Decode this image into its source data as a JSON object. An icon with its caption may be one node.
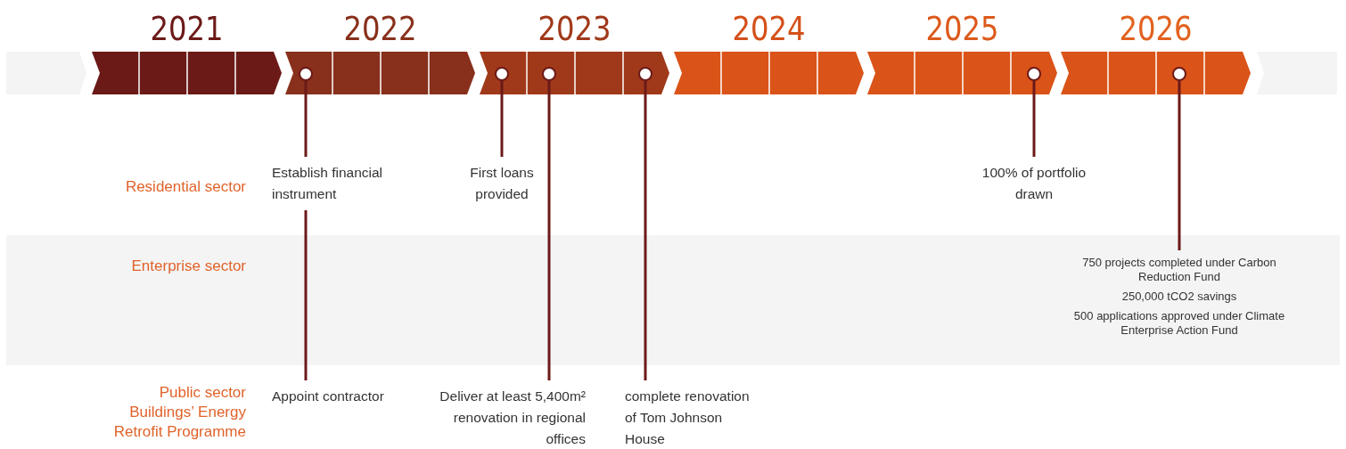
{
  "diagram": {
    "nodes": [
      {
        "text": [
          "2021"
        ]
      },
      {
        "text": [
          "2022"
        ]
      },
      {
        "text": [],
        "shape": "circle",
        "in": 1
      },
      {
        "text": [
          "2023"
        ]
      },
      {
        "text": [],
        "shape": "circle",
        "in": 3
      },
      {
        "text": [],
        "shape": "circle",
        "in": 3
      },
      {
        "text": [],
        "shape": "circle",
        "in": 3
      },
      {
        "text": [
          "2024"
        ]
      },
      {
        "text": [
          "2025"
        ]
      },
      {
        "text": [],
        "shape": "circle",
        "in": 8
      },
      {
        "text": [
          "2026"
        ]
      },
      {
        "text": [],
        "shape": "circle",
        "in": 10
      },
      {
        "text": [
          "Establish financial instrument"
        ]
      },
      {
        "text": [
          "First loans provided"
        ]
      },
      {
        "text": [
          "100% of portfolio drawn"
        ]
      },
      {
        "text": [
          "750 projects completed under Carbon Reduction Fund",
          "250,000 tCO2 savings",
          "500 applications approved under Climate Enterprise Action Fund"
        ]
      },
      {
        "text": [
          "Appoint contractor"
        ]
      },
      {
        "text": [
          "Deliver at least 5,400m² renovation in regional offices"
        ]
      },
      {
        "text": [
          "complete renovation of Tom Johnson House"
        ]
      }
    ],
    "edges": [
      {
        "from": 2,
        "to": 12,
        "arrow": "none"
      },
      {
        "from": 12,
        "to": 16,
        "arrow": "none"
      },
      {
        "from": 4,
        "to": 13,
        "arrow": "none"
      },
      {
        "from": 5,
        "to": 17,
        "arrow": "none"
      },
      {
        "from": 6,
        "to": 18,
        "arrow": "none"
      },
      {
        "from": 9,
        "to": 14,
        "arrow": "none"
      },
      {
        "from": 11,
        "to": 15,
        "arrow": "none"
      }
    ],
    "labels": [
      "Residential sector",
      "Enterprise sector",
      "Public sector Buildings’ Energy Retrofit Programme"
    ]
  }
}
